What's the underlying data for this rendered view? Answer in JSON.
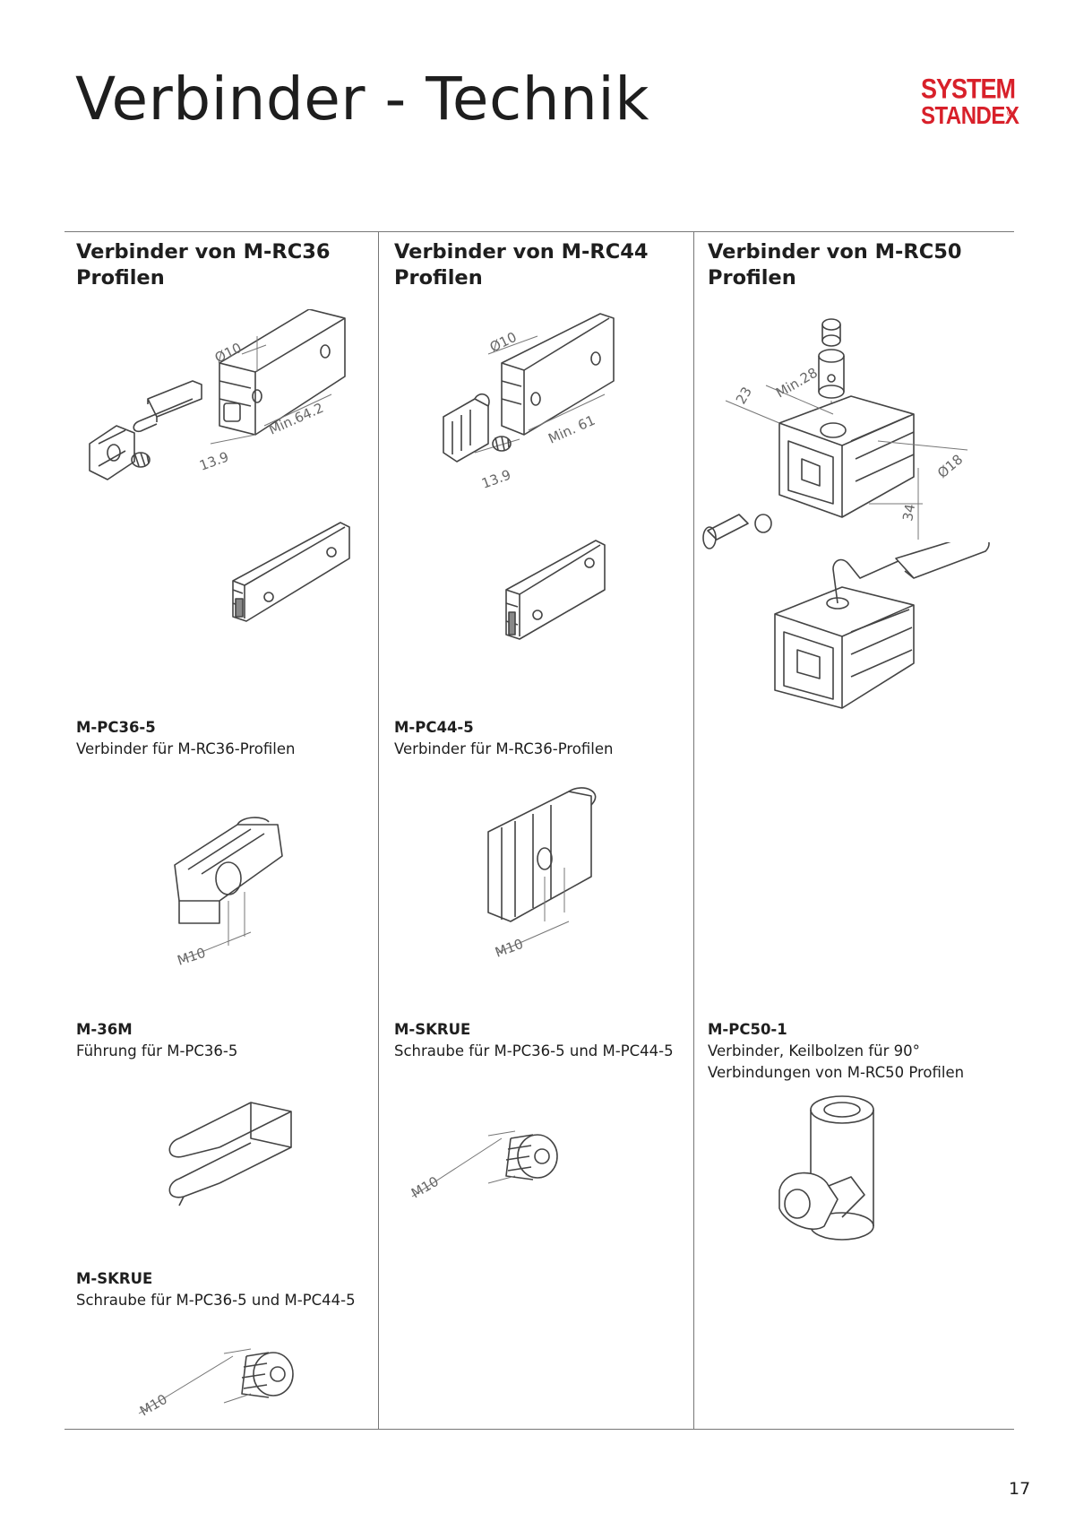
{
  "header": {
    "title": "Verbinder - Technik",
    "logo_line1": "SYSTEM",
    "logo_line2": "STANDEX",
    "logo_reg": "®"
  },
  "columns": [
    {
      "heading_line1": "Verbinder von M-RC36",
      "heading_line2": "Profilen",
      "items": [
        {
          "code": "M-PC36-5",
          "desc": "Verbinder für M-RC36-Profilen"
        },
        {
          "code": "M-36M",
          "desc": "Führung für M-PC36-5"
        },
        {
          "code": "M-SKRUE",
          "desc": "Schraube für M-PC36-5 und M-PC44-5"
        }
      ],
      "dims": {
        "d10": "Ø10",
        "min": "Min.64.2",
        "h": "13.9",
        "m10a": "M10",
        "m10b": "M10"
      }
    },
    {
      "heading_line1": "Verbinder von M-RC44",
      "heading_line2": "Profilen",
      "items": [
        {
          "code": "M-PC44-5",
          "desc": "Verbinder für M-RC36-Profilen"
        },
        {
          "code": "M-SKRUE",
          "desc": "Schraube für M-PC36-5 und M-PC44-5"
        }
      ],
      "dims": {
        "d10": "Ø10",
        "min": "Min. 61",
        "h": "13.9",
        "m10a": "M10",
        "m10b": "M10"
      }
    },
    {
      "heading_line1": "Verbinder von M-RC50",
      "heading_line2": "Profilen",
      "items": [
        {
          "code": "M-PC50-1",
          "desc_line1": "Verbinder, Keilbolzen für 90°",
          "desc_line2": "Verbindungen von M-RC50 Profilen"
        }
      ],
      "dims": {
        "a": "23",
        "min": "Min.28",
        "d18": "Ø18",
        "h": "34"
      }
    }
  ],
  "footer": {
    "page_number": "17"
  },
  "colors": {
    "brand_red": "#d8202a",
    "rule": "#777777",
    "line_art": "#444444"
  }
}
